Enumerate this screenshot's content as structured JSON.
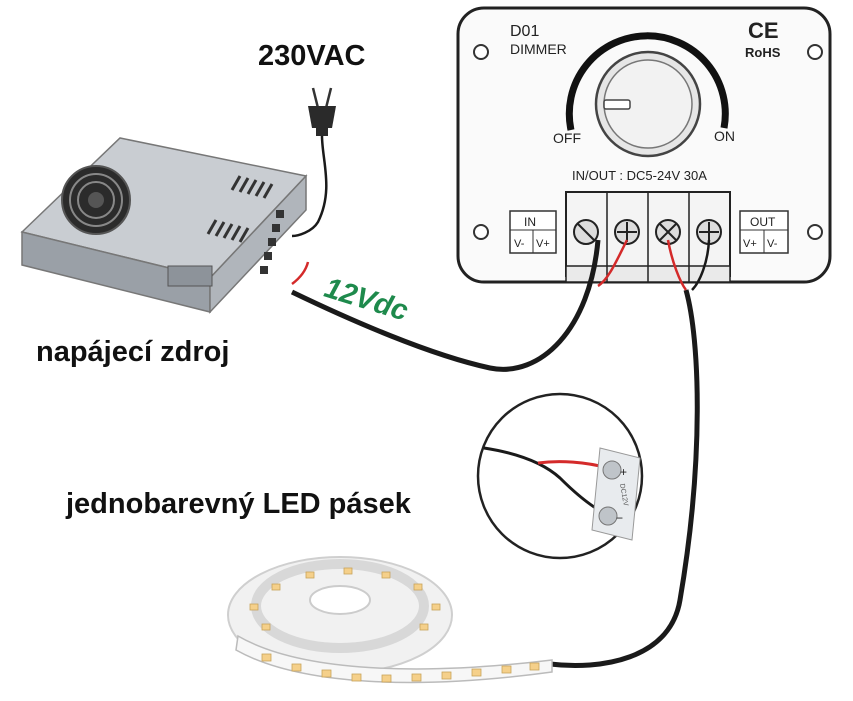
{
  "labels": {
    "mains": "230VAC",
    "psu": "napájecí zdroj",
    "dc": "12Vdc",
    "strip": "jednobarevný LED pásek"
  },
  "dimmer": {
    "model": "D01",
    "name": "DIMMER",
    "ce": "CE",
    "rohs": "RoHS",
    "off": "OFF",
    "on": "ON",
    "rating": "IN/OUT : DC5-24V 30A",
    "in_label": "IN",
    "in_vminus": "V-",
    "in_vplus": "V+",
    "out_label": "OUT",
    "out_vplus": "V+",
    "out_vminus": "V-"
  },
  "strip_pad": {
    "plus": "+",
    "minus": "−",
    "voltage": "DC12V"
  },
  "colors": {
    "wire_black": "#1a1a1a",
    "wire_red": "#d42a2a",
    "dc_label": "#1e8a4c",
    "psu_body": "#a9afb6"
  }
}
